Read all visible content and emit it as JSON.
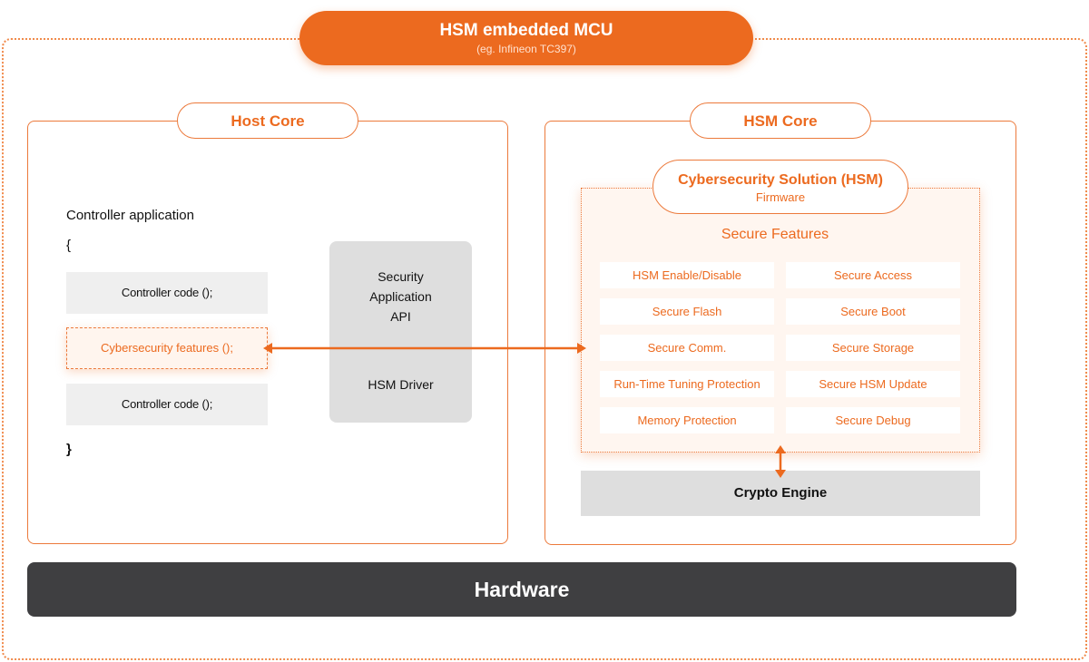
{
  "mcu": {
    "title": "HSM embedded MCU",
    "subtitle": "(eg. Infineon TC397)"
  },
  "host_core": {
    "label": "Host Core",
    "app_title": "Controller application",
    "brace_open": "{",
    "brace_close": "}",
    "code_lines": [
      "Controller code ();",
      "Cybersecurity features ();",
      "Controller code ();"
    ],
    "api_label": [
      "Security",
      "Application",
      "API"
    ],
    "driver_label": "HSM Driver"
  },
  "hsm_core": {
    "label": "HSM Core",
    "firmware_title": "Cybersecurity Solution (HSM)",
    "firmware_subtitle": "Firmware",
    "secure_features_title": "Secure Features",
    "features": [
      "HSM Enable/Disable",
      "Secure Access",
      "Secure Flash",
      "Secure Boot",
      "Secure Comm.",
      "Secure Storage",
      "Run-Time Tuning Protection",
      "Secure HSM Update",
      "Memory Protection",
      "Secure Debug"
    ],
    "crypto_engine": "Crypto Engine"
  },
  "hardware": {
    "label": "Hardware"
  },
  "colors": {
    "accent": "#ec6a1f",
    "hardware": "#3f3f41",
    "gray_box": "#dedede"
  }
}
